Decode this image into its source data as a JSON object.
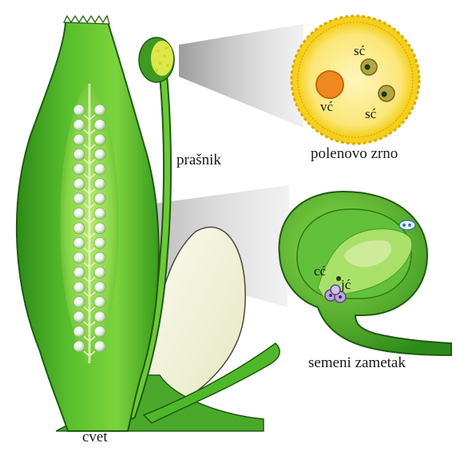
{
  "labels": {
    "stamen": "prašnik",
    "pollen_grain": "polenovo zrno",
    "ovule": "semeni zametak",
    "flower": "cvet",
    "vegetative_cell": "vć",
    "sperm_cell_top": "sć",
    "sperm_cell_bottom": "sć",
    "central_cell": "cć",
    "egg_cell": "jć"
  },
  "colors": {
    "dark_green": "#2f8a1a",
    "mid_green": "#4fb82a",
    "light_green": "#8fdc4a",
    "pollen_yellow": "#f7d21a",
    "pollen_inner": "#fbe98a",
    "vegetative_nucleus": "#f08a1e",
    "petal_cream": "#f3f1d6",
    "callout_gray": "#bdbdbd"
  }
}
